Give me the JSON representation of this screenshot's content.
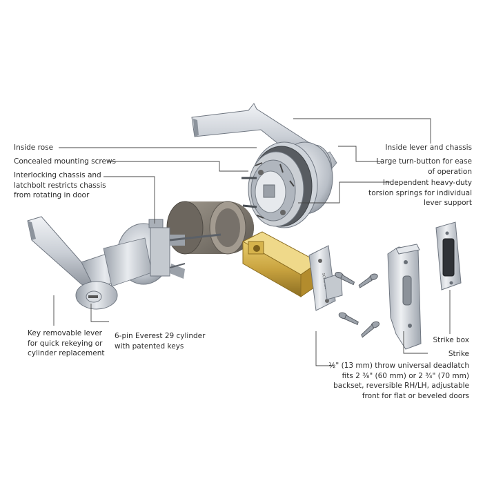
{
  "callouts": {
    "inside_rose": "Inside rose",
    "concealed_mounting_screws": "Concealed mounting screws",
    "interlocking_chassis": [
      "Interlocking chassis and",
      "latchbolt restricts chassis",
      "from rotating in door"
    ],
    "key_removable_lever": [
      "Key removable lever",
      "for quick rekeying or",
      "cylinder replacement"
    ],
    "cylinder": [
      "6-pin Everest 29 cylinder",
      "with patented keys"
    ],
    "inside_lever_chassis": "Inside lever and chassis",
    "turn_button": [
      "Large turn-button for ease",
      "of operation"
    ],
    "torsion_springs": [
      "Independent heavy-duty",
      "torsion springs for individual",
      "lever support"
    ],
    "strike_box": "Strike box",
    "strike": "Strike",
    "deadlatch": [
      "½\" (13 mm) throw universal deadlatch",
      "fits 2 ³⁄₈\" (60 mm) or 2 ³⁄₄\" (70 mm)",
      "backset, reversible RH/LH, adjustable",
      "front for flat or beveled doors"
    ]
  },
  "latch_brand": "SCHLAGE",
  "colors": {
    "metal_light": "#dfe3e8",
    "metal_mid": "#b9bfc7",
    "metal_dark": "#7d848d",
    "brass": "#c9a33f",
    "leader": "#444444",
    "text": "#2b2b2b"
  }
}
